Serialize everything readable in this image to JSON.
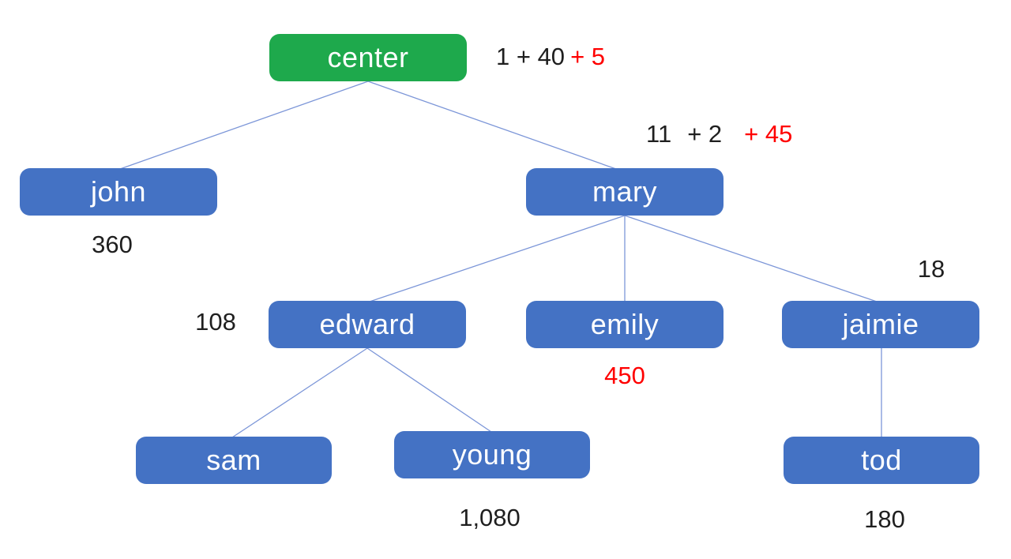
{
  "diagram": {
    "description": "family tree diagram slide with computed values",
    "root_id": "center",
    "edges": [
      [
        "center",
        "john"
      ],
      [
        "center",
        "mary"
      ],
      [
        "mary",
        "edward"
      ],
      [
        "mary",
        "emily"
      ],
      [
        "mary",
        "jaimie"
      ],
      [
        "edward",
        "sam"
      ],
      [
        "edward",
        "young"
      ],
      [
        "jaimie",
        "tod"
      ]
    ]
  },
  "colors": {
    "root_fill": "#1ea94c",
    "node_fill": "#4472c4",
    "node_text": "#ffffff",
    "edge_color": "#7c96d8",
    "ink_color": "#1f1f1f",
    "highlight_color": "#ff0000"
  },
  "nodes": {
    "center": {
      "label": "center"
    },
    "john": {
      "label": "john"
    },
    "mary": {
      "label": "mary"
    },
    "edward": {
      "label": "edward"
    },
    "emily": {
      "label": "emily"
    },
    "jaimie": {
      "label": "jaimie"
    },
    "sam": {
      "label": "sam"
    },
    "young": {
      "label": "young"
    },
    "tod": {
      "label": "tod"
    }
  },
  "annotations": {
    "center_expr": {
      "black": "1 + 40",
      "red": "+ 5"
    },
    "mary_expr": {
      "black1": "11",
      "black2": "+ 2",
      "red": "+ 45"
    },
    "john_value": "360",
    "edward_value": "108",
    "jaimie_value": "18",
    "emily_value": "450",
    "young_value": "1,080",
    "tod_value": "180"
  }
}
